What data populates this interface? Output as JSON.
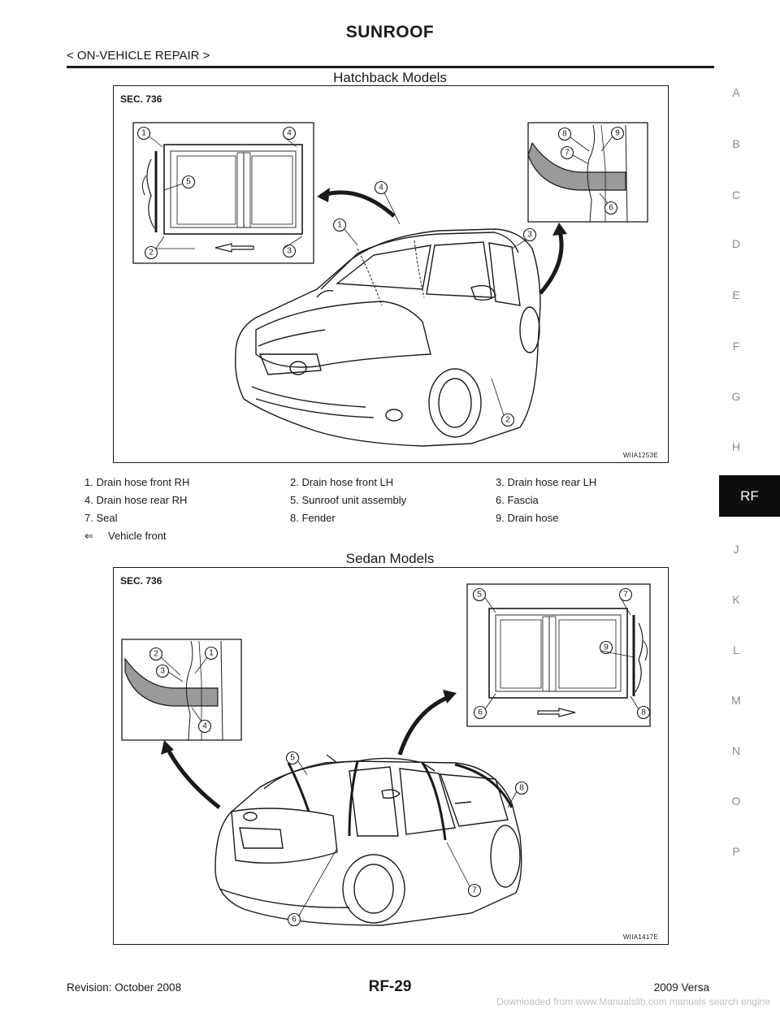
{
  "header": {
    "title": "SUNROOF",
    "section": "< ON-VEHICLE REPAIR >"
  },
  "side_index": {
    "letters": [
      "A",
      "B",
      "C",
      "D",
      "E",
      "F",
      "G",
      "H",
      "J",
      "K",
      "L",
      "M",
      "N",
      "O",
      "P"
    ],
    "active_tab": "RF"
  },
  "hatchback": {
    "caption": "Hatchback Models",
    "sec": "SEC. 736",
    "figure_id": "WIIA1253E",
    "callouts": [
      "1",
      "2",
      "3",
      "4",
      "5",
      "6",
      "7",
      "8",
      "9"
    ]
  },
  "legend": {
    "items": [
      "1.  Drain hose front RH",
      "2.  Drain hose front LH",
      "3.  Drain hose rear LH",
      "4.  Drain hose rear RH",
      "5.  Sunroof unit assembly",
      "6.  Fascia",
      "7.  Seal",
      "8.  Fender",
      "9.  Drain hose"
    ],
    "front_symbol": "⇐",
    "front_label": "Vehicle front"
  },
  "sedan": {
    "caption": "Sedan Models",
    "sec": "SEC. 736",
    "figure_id": "WIIA1417E",
    "callouts": [
      "1",
      "2",
      "3",
      "4",
      "5",
      "6",
      "7",
      "8",
      "9"
    ]
  },
  "footer": {
    "revision": "Revision: October 2008",
    "page": "RF-29",
    "model": "2009 Versa",
    "watermark": "Downloaded from www.Manualslib.com manuals search engine"
  }
}
